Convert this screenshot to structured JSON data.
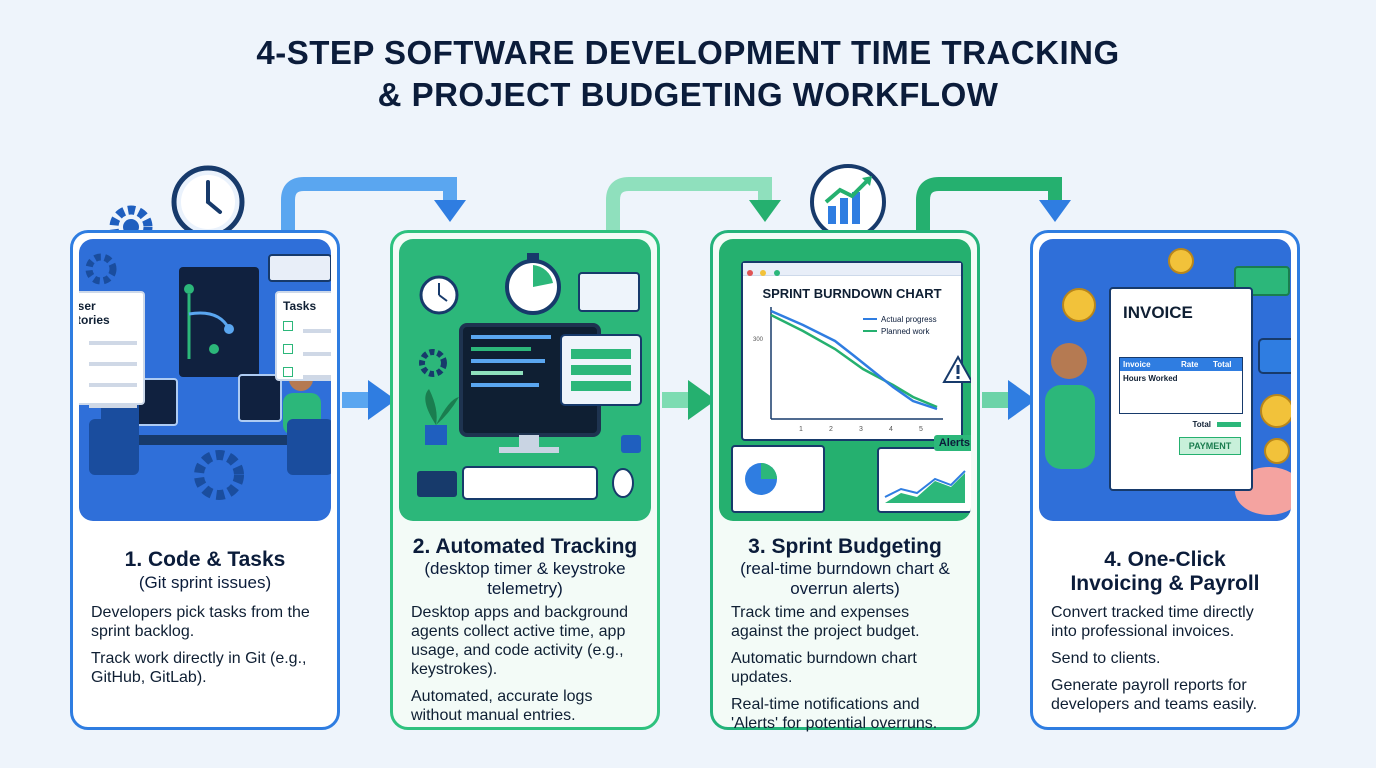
{
  "title": {
    "line1": "4-STEP SOFTWARE DEVELOPMENT TIME TRACKING",
    "line2": "& PROJECT BUDGETING WORKFLOW"
  },
  "steps": [
    {
      "heading": "1. Code & Tasks",
      "subtitle": "(Git sprint issues)",
      "desc": [
        "Developers pick tasks from the sprint backlog.",
        "Track work directly in Git (e.g., GitHub, GitLab)."
      ],
      "labels": {
        "user_stories": "User Stories",
        "tasks": "Tasks"
      }
    },
    {
      "heading": "2. Automated Tracking",
      "subtitle": "(desktop timer & keystroke telemetry)",
      "desc": [
        "Desktop apps and background agents collect active time, app usage, and code activity (e.g., keystrokes).",
        "Automated, accurate logs without manual entries."
      ]
    },
    {
      "heading": "3. Sprint Budgeting",
      "subtitle": "(real-time burndown chart & overrun alerts)",
      "desc": [
        "Track time and expenses against the project budget.",
        "Automatic burndown chart updates.",
        "Real-time notifications and 'Alerts' for potential overruns."
      ],
      "chart": {
        "title": "SPRINT BURNDOWN CHART",
        "legend_actual": "Actual progress",
        "legend_planned": "Planned work",
        "alerts_label": "Alerts",
        "x_ticks": [
          "1",
          "2",
          "3",
          "4",
          "5"
        ],
        "y_tick": "300"
      }
    },
    {
      "heading": "4. One-Click Invoicing & Payroll",
      "subtitle": "",
      "desc": [
        "Convert tracked time directly into professional invoices.",
        "Send to clients.",
        "Generate payroll reports for developers and teams easily."
      ],
      "invoice": {
        "title": "INVOICE",
        "col_invoice": "Invoice",
        "col_rate": "Rate",
        "col_total": "Total",
        "row_hours": "Hours Worked",
        "total_label": "Total",
        "payment_label": "PAYMENT"
      }
    }
  ],
  "colors": {
    "blue": "#2f7de1",
    "green": "#2cb77a",
    "navy": "#0b1c3a"
  }
}
